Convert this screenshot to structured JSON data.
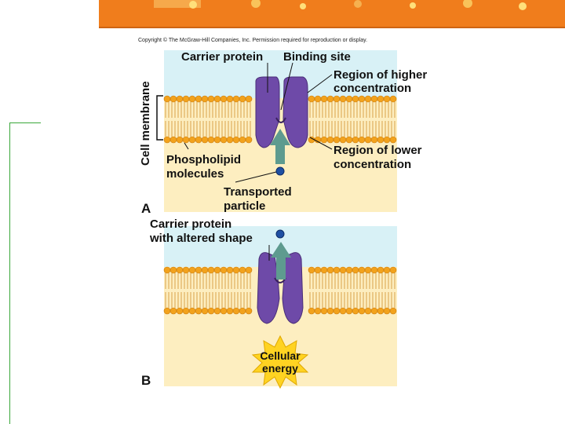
{
  "copyright": "Copyright © The McGraw-Hill Companies, Inc. Permission required for reproduction or display.",
  "panel_a": {
    "letter": "A",
    "carrier_protein": "Carrier protein",
    "binding_site": "Binding site",
    "higher_line1": "Region of higher",
    "higher_line2": "concentration",
    "lower_line1": "Region of lower",
    "lower_line2": "concentration",
    "phospho_line1": "Phospholipid",
    "phospho_line2": "molecules",
    "particle_line1": "Transported",
    "particle_line2": "particle",
    "membrane_label": "Cell membrane"
  },
  "panel_b": {
    "letter": "B",
    "carrier_line1": "Carrier protein",
    "carrier_line2": "with altered shape",
    "energy_line1": "Cellular",
    "energy_line2": "energy"
  },
  "colors": {
    "banner": "#f07d1c",
    "cytoplasm": "#fdeec0",
    "extracellular": "#d8f1f6",
    "lipid_head": "#f2a21c",
    "protein": "#6e4aa8",
    "arrow": "#5e9b8f",
    "particle": "#1f4fa3",
    "energy_burst": "#ffd322"
  }
}
